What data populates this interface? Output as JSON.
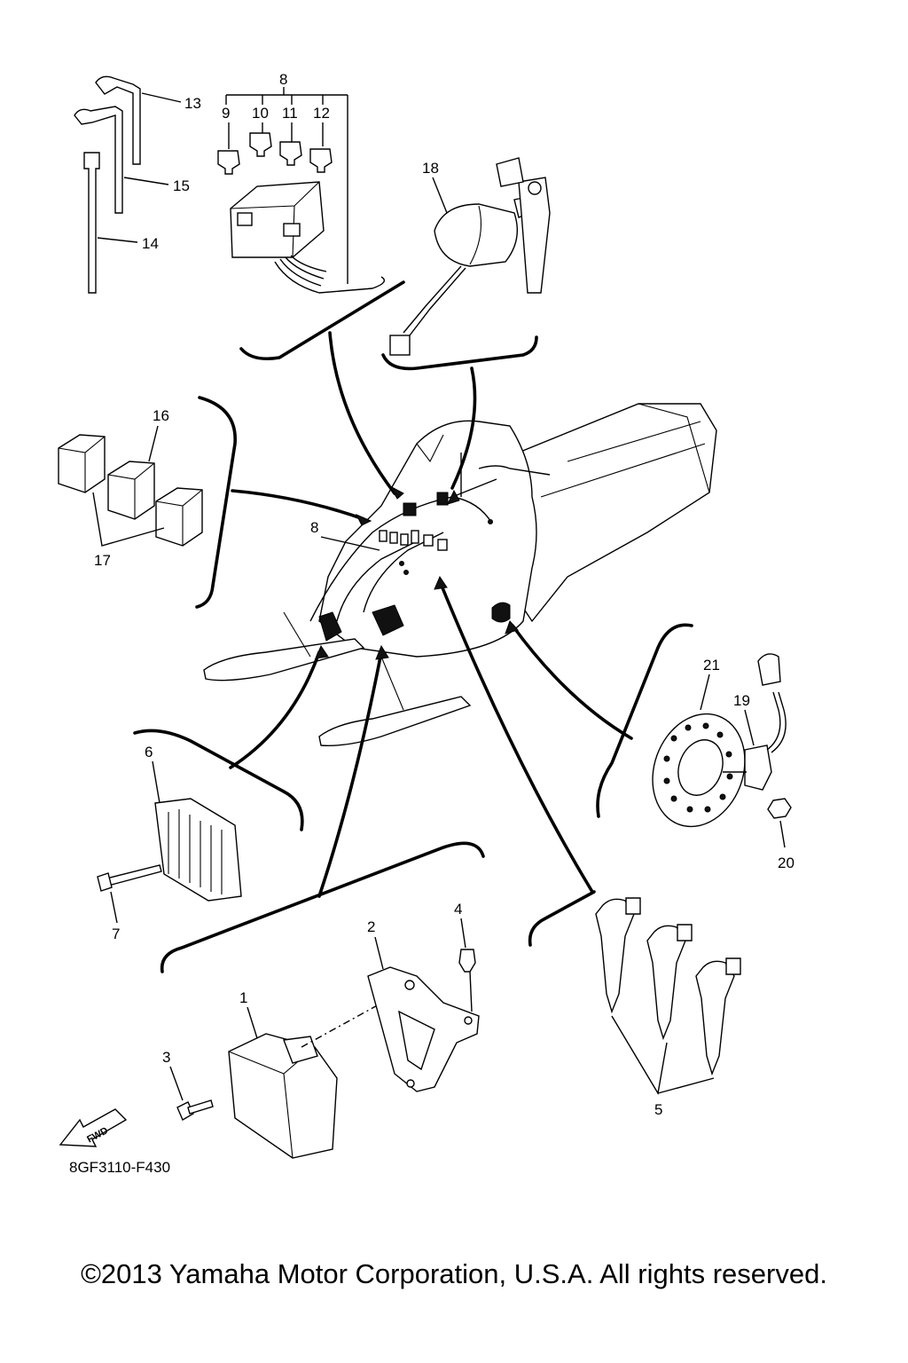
{
  "diagram": {
    "part_callouts": [
      "1",
      "2",
      "3",
      "4",
      "5",
      "6",
      "7",
      "8",
      "9",
      "10",
      "11",
      "12",
      "13",
      "14",
      "15",
      "16",
      "17",
      "18",
      "19",
      "20",
      "21"
    ],
    "fwd_arrow_text": "FWD",
    "drawing_code": "8GF3110-F430"
  },
  "copyright": "©2013 Yamaha Motor Corporation, U.S.A. All rights reserved."
}
